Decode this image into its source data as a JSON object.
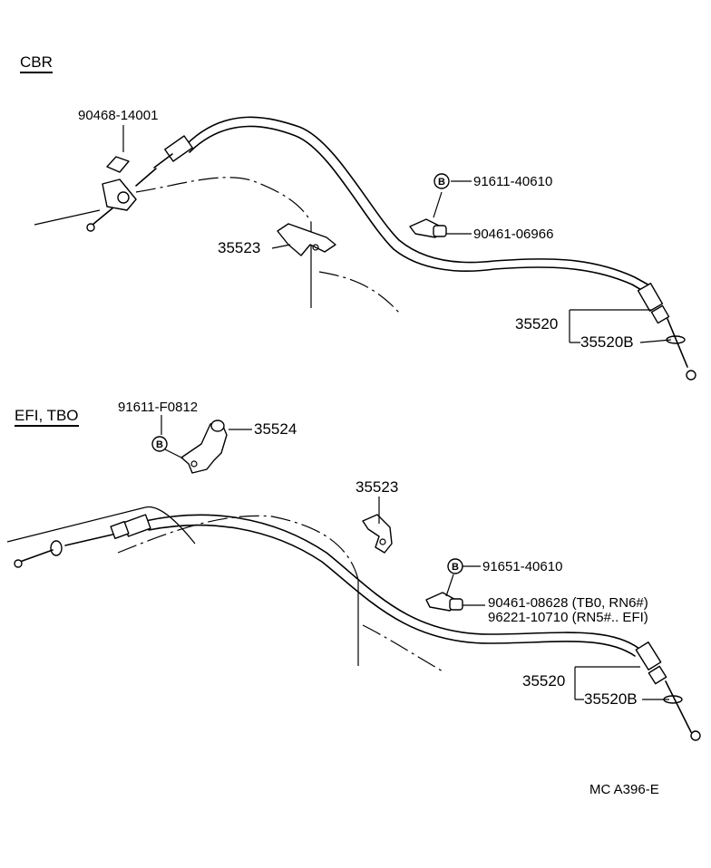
{
  "sections": {
    "top": "CBR",
    "bottom": "EFI, TBO"
  },
  "badge_letter": "B",
  "top_labels": {
    "clip": "90468-14001",
    "bolt": "91611-40610",
    "bracket_clip": "90461-06966",
    "clamp": "35523",
    "cable": "35520",
    "cable_sub": "35520B"
  },
  "bottom_labels": {
    "bracket_bolt": "91611-F0812",
    "bracket": "35524",
    "clamp": "35523",
    "bolt": "91651-40610",
    "clip_line1": "90461-08628 (TB0, RN6#)",
    "clip_line2": "96221-10710 (RN5#.. EFI)",
    "cable": "35520",
    "cable_sub": "35520B"
  },
  "diagram_code": "MC  A396-E"
}
